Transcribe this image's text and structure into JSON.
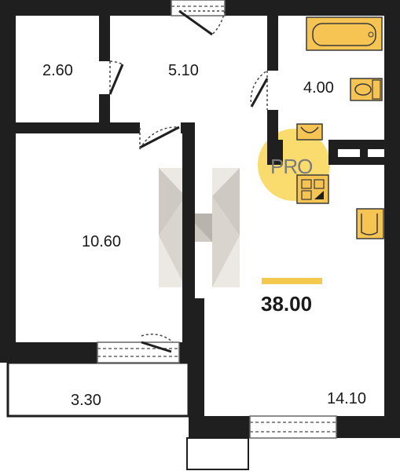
{
  "plan": {
    "total_area": "38.00",
    "badge_text": "PRO",
    "rooms": [
      {
        "id": "storage",
        "area": "2.60"
      },
      {
        "id": "hallway",
        "area": "5.10"
      },
      {
        "id": "bathroom",
        "area": "4.00"
      },
      {
        "id": "bedroom",
        "area": "10.60"
      },
      {
        "id": "balcony",
        "area": "3.30"
      },
      {
        "id": "kitchen-living",
        "area": "14.10"
      }
    ]
  },
  "colors": {
    "wall": "#1f1f1f",
    "fixture_fill": "#f6c453",
    "fixture_stroke": "#3a3a3a",
    "accent": "#f2c94c",
    "badge_circle": "#f7d24a",
    "logo_light": "#ece8e3",
    "logo_dark": "#b9b3ad"
  }
}
